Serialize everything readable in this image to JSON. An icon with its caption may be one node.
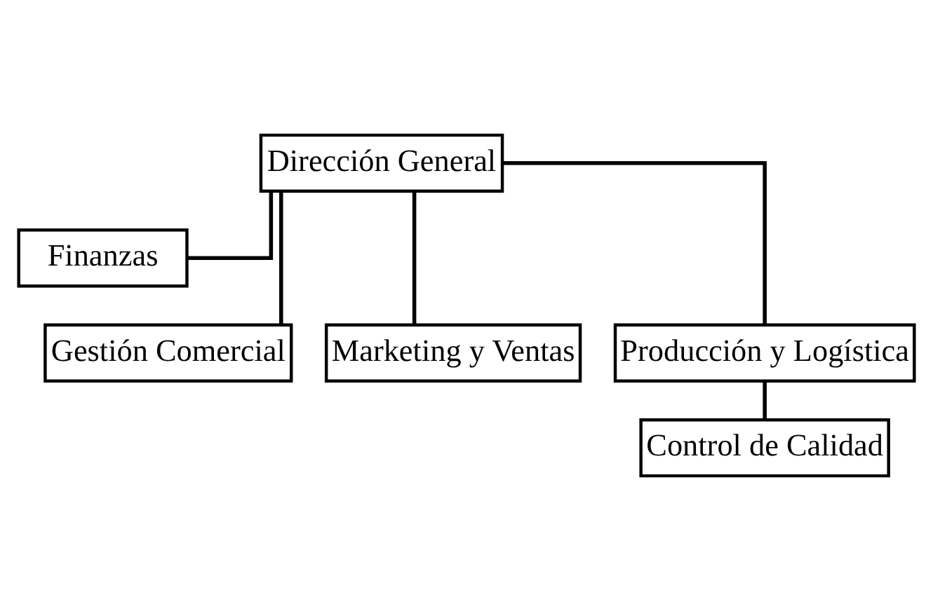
{
  "diagram": {
    "nodes": [
      {
        "text": [
          "Dirección General"
        ]
      },
      {
        "text": [
          "Finanzas"
        ]
      },
      {
        "text": [
          "Gestión Comercial"
        ]
      },
      {
        "text": [
          "Marketing y Ventas"
        ]
      },
      {
        "text": [
          "Producción y Logística"
        ]
      },
      {
        "text": [
          "Control de Calidad"
        ]
      }
    ],
    "edges": [
      {
        "from": 0,
        "to": 1,
        "arrow": "none"
      },
      {
        "from": 0,
        "to": 2,
        "arrow": "none"
      },
      {
        "from": 0,
        "to": 3,
        "arrow": "none"
      },
      {
        "from": 0,
        "to": 4,
        "arrow": "none"
      },
      {
        "from": 4,
        "to": 5,
        "arrow": "none"
      }
    ]
  }
}
